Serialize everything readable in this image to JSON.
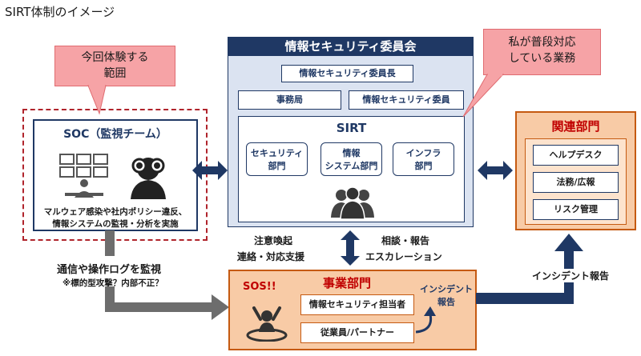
{
  "title": "SIRT体制のイメージ",
  "callout_left": {
    "line1": "今回体験する",
    "line2": "範囲"
  },
  "callout_right": {
    "line1": "私が普段対応",
    "line2": "している業務"
  },
  "soc": {
    "title": "SOC（監視チーム）",
    "desc_line1": "マルウェア感染や社内ポリシー違反、",
    "desc_line2": "情報システムの監視・分析を実施"
  },
  "committee": {
    "title": "情報セキュリティ委員会",
    "chair": "情報セキュリティ委員長",
    "secretariat": "事務局",
    "member": "情報セキュリティ委員",
    "sirt_title": "SIRT",
    "units": [
      {
        "line1": "セキュリティ",
        "line2": "部門"
      },
      {
        "line1": "情報",
        "line2": "システム部門"
      },
      {
        "line1": "インフラ",
        "line2": "部門"
      }
    ]
  },
  "related": {
    "title": "関連部門",
    "items": [
      "ヘルプデスク",
      "法務/広報",
      "リスク管理"
    ]
  },
  "labels": {
    "alert_line1": "注意喚起",
    "alert_line2": "連絡・対応支援",
    "consult_line1": "相談・報告",
    "consult_line2": "エスカレーション",
    "monitor": "通信や操作ログを監視",
    "monitor_note": "※標的型攻撃？内部不正？",
    "incident_report": "インシデント報告"
  },
  "business": {
    "sos": "SOS!!",
    "title": "事業部門",
    "officer": "情報セキュリティ担当者",
    "staff": "従業員/パートナー",
    "incident_line1": "インシデント",
    "incident_line2": "報告"
  },
  "colors": {
    "navy": "#1f3864",
    "orange": "#c55a11",
    "pink": "#f6a3a6",
    "red_dash": "#b0242c",
    "red_text": "#c00000"
  }
}
